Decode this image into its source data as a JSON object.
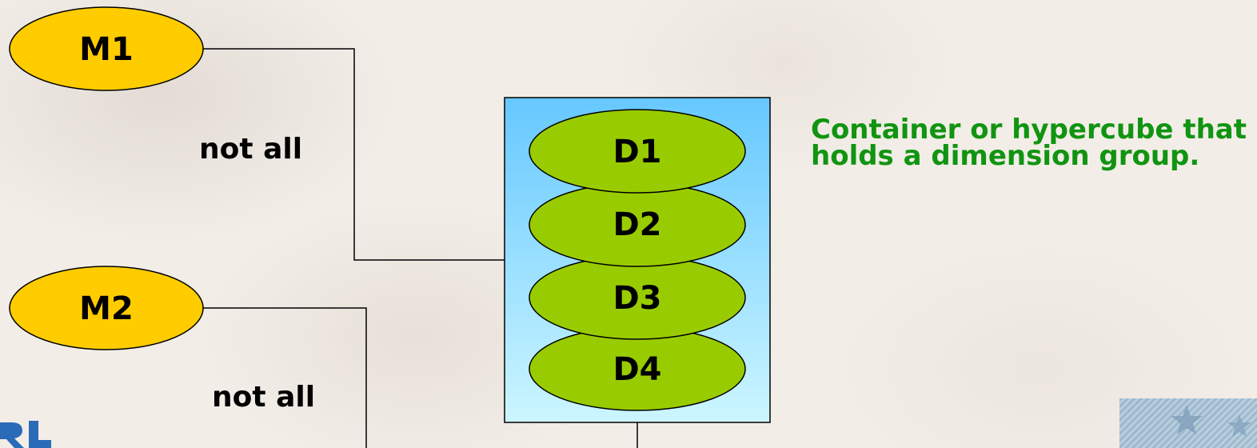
{
  "measures": [
    {
      "id": "m1",
      "label": "M1"
    },
    {
      "id": "m2",
      "label": "M2"
    }
  ],
  "connector_labels": [
    {
      "id": "m1",
      "text": "not all"
    },
    {
      "id": "m2",
      "text": "not all"
    }
  ],
  "container": {
    "dimensions": [
      "D1",
      "D2",
      "D3",
      "D4"
    ]
  },
  "note": "Container or hypercube that holds a dimension group.",
  "colors": {
    "measure_fill": "#ffcc00",
    "dimension_fill": "#99cc00",
    "container_top": "#66c8ff",
    "container_bottom": "#ccf6ff",
    "note_text": "#119411",
    "line": "#000000"
  }
}
